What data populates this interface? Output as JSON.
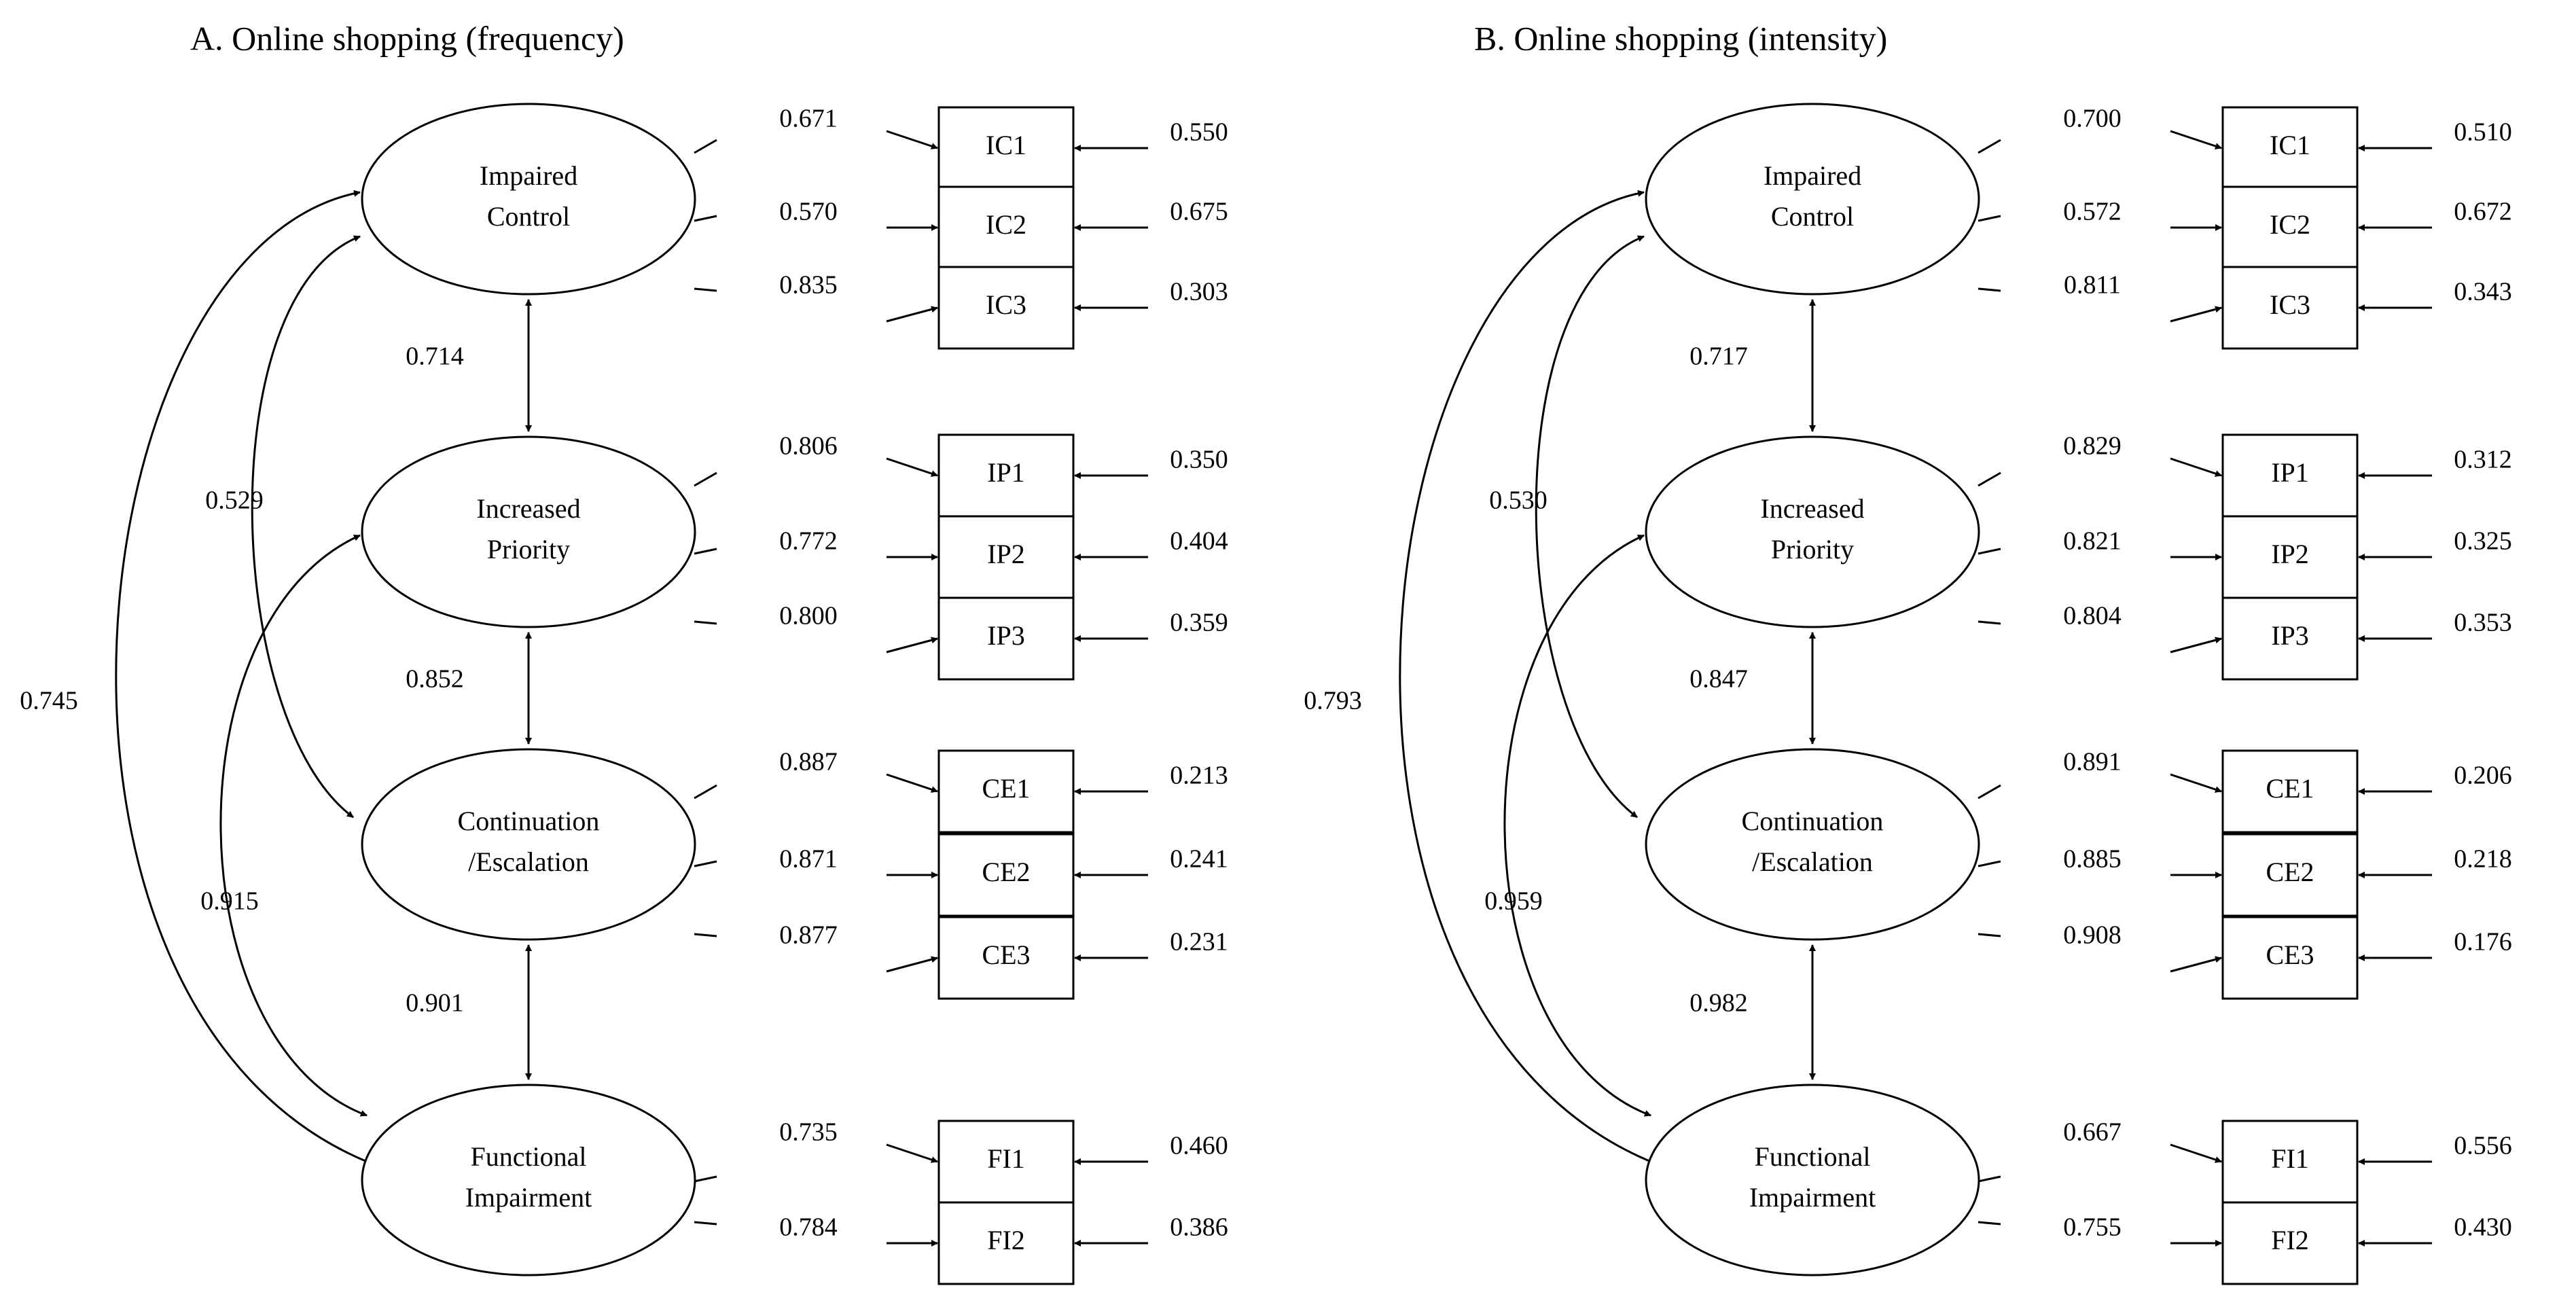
{
  "panels": [
    {
      "title": "A. Online shopping (frequency)",
      "factors": [
        {
          "id": "IC",
          "lines": [
            "Impaired",
            "Control"
          ],
          "items": [
            {
              "name": "IC1",
              "loading": "0.671",
              "error": "0.550"
            },
            {
              "name": "IC2",
              "loading": "0.570",
              "error": "0.675"
            },
            {
              "name": "IC3",
              "loading": "0.835",
              "error": "0.303"
            }
          ]
        },
        {
          "id": "IP",
          "lines": [
            "Increased",
            "Priority"
          ],
          "items": [
            {
              "name": "IP1",
              "loading": "0.806",
              "error": "0.350"
            },
            {
              "name": "IP2",
              "loading": "0.772",
              "error": "0.404"
            },
            {
              "name": "IP3",
              "loading": "0.800",
              "error": "0.359"
            }
          ]
        },
        {
          "id": "CE",
          "lines": [
            "Continuation",
            "/Escalation"
          ],
          "items": [
            {
              "name": "CE1",
              "loading": "0.887",
              "error": "0.213"
            },
            {
              "name": "CE2",
              "loading": "0.871",
              "error": "0.241"
            },
            {
              "name": "CE3",
              "loading": "0.877",
              "error": "0.231"
            }
          ]
        },
        {
          "id": "FI",
          "lines": [
            "Functional",
            "Impairment"
          ],
          "items": [
            {
              "name": "FI1",
              "loading": "0.735",
              "error": "0.460"
            },
            {
              "name": "FI2",
              "loading": "0.784",
              "error": "0.386"
            }
          ]
        }
      ],
      "adjacent_correlations": [
        "0.714",
        "0.852",
        "0.901"
      ],
      "curved_correlations": {
        "ic_ce": "0.529",
        "ip_fi": "0.915",
        "ic_fi": "0.745"
      }
    },
    {
      "title": "B. Online shopping (intensity)",
      "factors": [
        {
          "id": "IC",
          "lines": [
            "Impaired",
            "Control"
          ],
          "items": [
            {
              "name": "IC1",
              "loading": "0.700",
              "error": "0.510"
            },
            {
              "name": "IC2",
              "loading": "0.572",
              "error": "0.672"
            },
            {
              "name": "IC3",
              "loading": "0.811",
              "error": "0.343"
            }
          ]
        },
        {
          "id": "IP",
          "lines": [
            "Increased",
            "Priority"
          ],
          "items": [
            {
              "name": "IP1",
              "loading": "0.829",
              "error": "0.312"
            },
            {
              "name": "IP2",
              "loading": "0.821",
              "error": "0.325"
            },
            {
              "name": "IP3",
              "loading": "0.804",
              "error": "0.353"
            }
          ]
        },
        {
          "id": "CE",
          "lines": [
            "Continuation",
            "/Escalation"
          ],
          "items": [
            {
              "name": "CE1",
              "loading": "0.891",
              "error": "0.206"
            },
            {
              "name": "CE2",
              "loading": "0.885",
              "error": "0.218"
            },
            {
              "name": "CE3",
              "loading": "0.908",
              "error": "0.176"
            }
          ]
        },
        {
          "id": "FI",
          "lines": [
            "Functional",
            "Impairment"
          ],
          "items": [
            {
              "name": "FI1",
              "loading": "0.667",
              "error": "0.556"
            },
            {
              "name": "FI2",
              "loading": "0.755",
              "error": "0.430"
            }
          ]
        }
      ],
      "adjacent_correlations": [
        "0.717",
        "0.847",
        "0.982"
      ],
      "curved_correlations": {
        "ic_ce": "0.530",
        "ip_fi": "0.959",
        "ic_fi": "0.793"
      }
    }
  ]
}
